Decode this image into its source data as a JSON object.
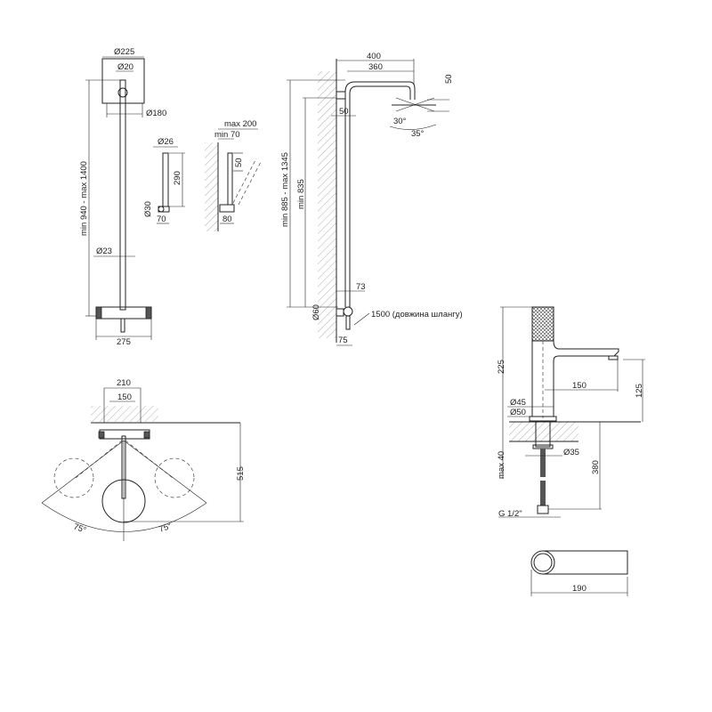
{
  "shower_front": {
    "head_diameter": "Ø225",
    "arm_diameter": "Ø20",
    "plate_diameter": "Ø180",
    "height_range": "min 940 - max 1400",
    "pipe_diameter": "Ø23",
    "mixer_width": "275"
  },
  "hand_shower": {
    "diameter": "Ø26",
    "length": "290",
    "holder_diameter": "Ø30",
    "holder_width": "70"
  },
  "wall_bracket": {
    "max": "max 200",
    "min": "min 70",
    "height": "50",
    "width": "80"
  },
  "shower_side": {
    "arm_total": "400",
    "arm_inner": "360",
    "head_height": "50",
    "angle_a": "30°",
    "angle_b": "35°",
    "height_range": "min 885 - max 1345",
    "min_height": "min 835",
    "wall_offset": "50",
    "pipe_offset": "73",
    "connector_diameter": "Ø60",
    "base_depth": "75",
    "hose_note": "1500  (довжина шлангу)"
  },
  "top_view": {
    "outer_width": "210",
    "inner_width": "150",
    "depth": "515",
    "angle_left": "75°",
    "angle_right": "75°"
  },
  "faucet": {
    "height": "225",
    "spout_reach": "150",
    "spout_height": "125",
    "body_diameter": "Ø45",
    "base_diameter": "Ø50",
    "hole_diameter": "Ø35",
    "max_thickness": "max 40",
    "hose_length": "380",
    "thread": "G 1/2\"",
    "top_length": "190"
  }
}
